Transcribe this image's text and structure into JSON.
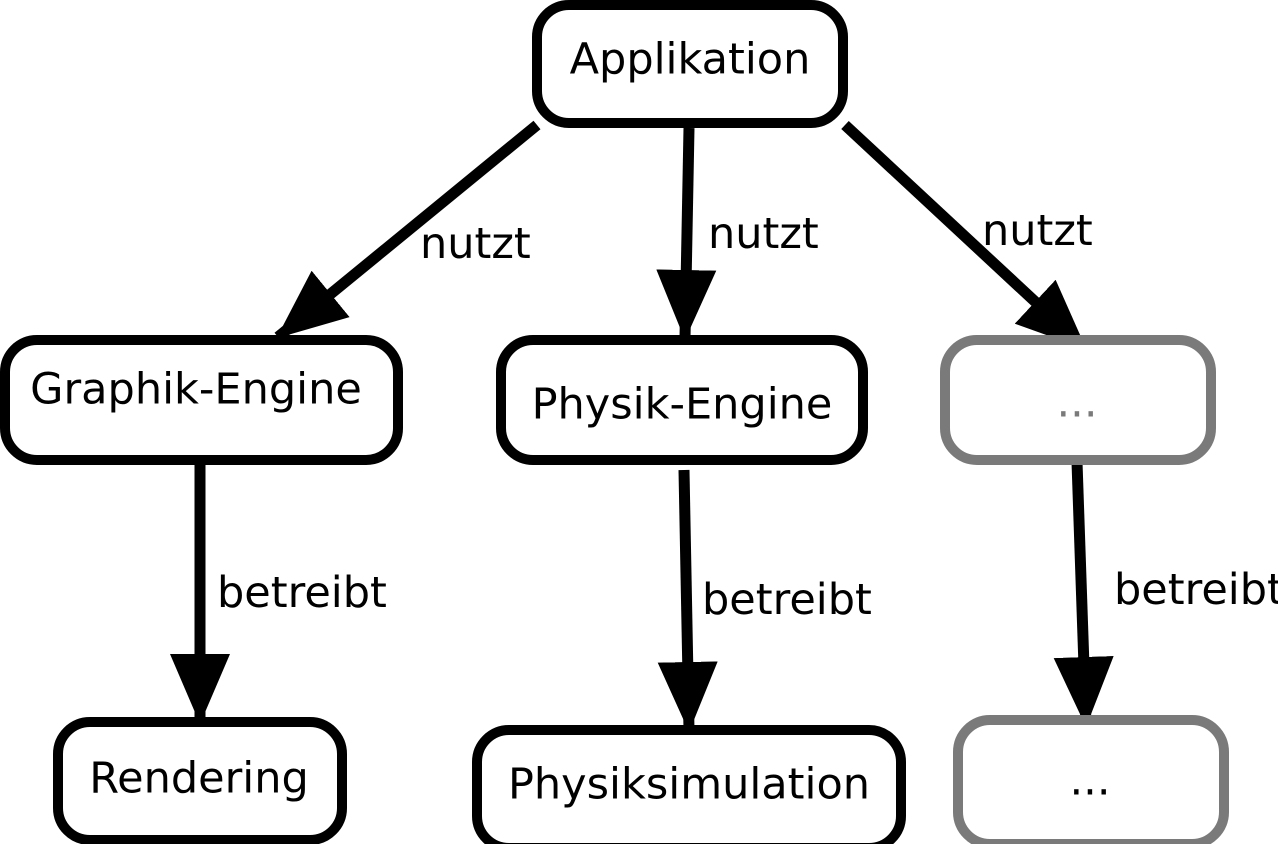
{
  "diagram": {
    "colors": {
      "primary": "#000000",
      "placeholder_stroke": "#7a7a7a",
      "placeholder_text": "#7a7a7a",
      "background": "#ffffff"
    },
    "nodes": {
      "applikation": {
        "label": "Applikation"
      },
      "graphik_engine": {
        "label": "Graphik-Engine"
      },
      "physik_engine": {
        "label": "Physik-Engine"
      },
      "placeholder_engine": {
        "label": "..."
      },
      "rendering": {
        "label": "Rendering"
      },
      "physiksimulation": {
        "label": "Physiksimulation"
      },
      "placeholder_output": {
        "label": "..."
      }
    },
    "edges": {
      "applikation_to_graphik": {
        "label": "nutzt"
      },
      "applikation_to_physik": {
        "label": "nutzt"
      },
      "applikation_to_placeholder": {
        "label": "nutzt"
      },
      "graphik_to_rendering": {
        "label": "betreibt"
      },
      "physik_to_simulation": {
        "label": "betreibt"
      },
      "placeholder_to_output": {
        "label": "betreibt"
      }
    }
  }
}
